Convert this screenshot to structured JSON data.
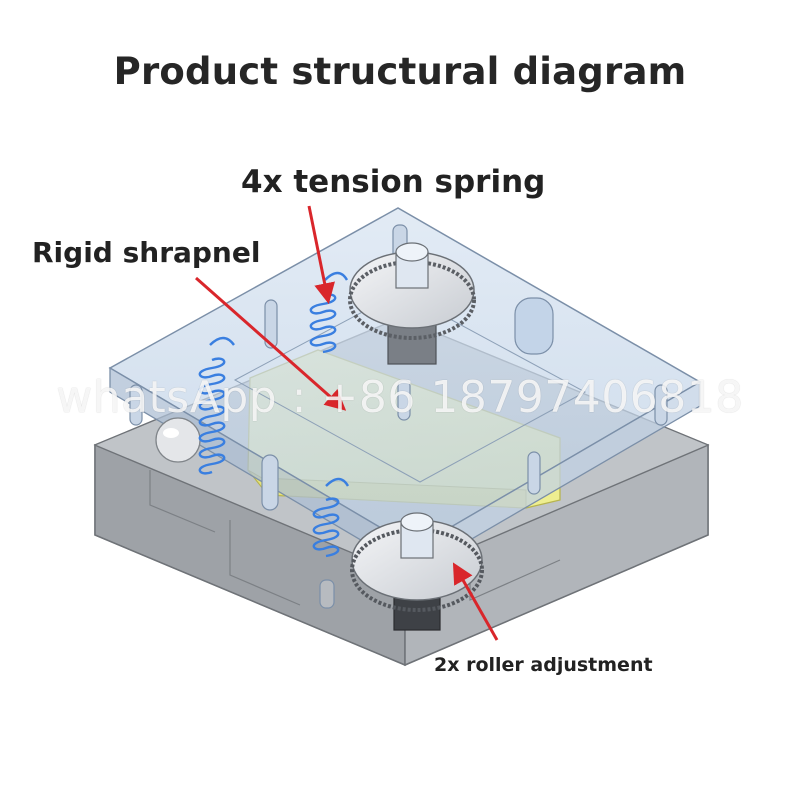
{
  "title": "Product structural diagram",
  "labels": {
    "tension_spring": "4x tension spring",
    "rigid_shrapnel": "Rigid shrapnel",
    "roller_adjustment": "2x roller adjustment"
  },
  "watermark": "whatsApp : +86 18797406818",
  "colors": {
    "arrow": "#d9262b",
    "spring": "#3a7fe0",
    "shrapnel": "#f3f39a",
    "top_plate": "#bcd0e6",
    "bottom_block": "#a9adb2"
  }
}
